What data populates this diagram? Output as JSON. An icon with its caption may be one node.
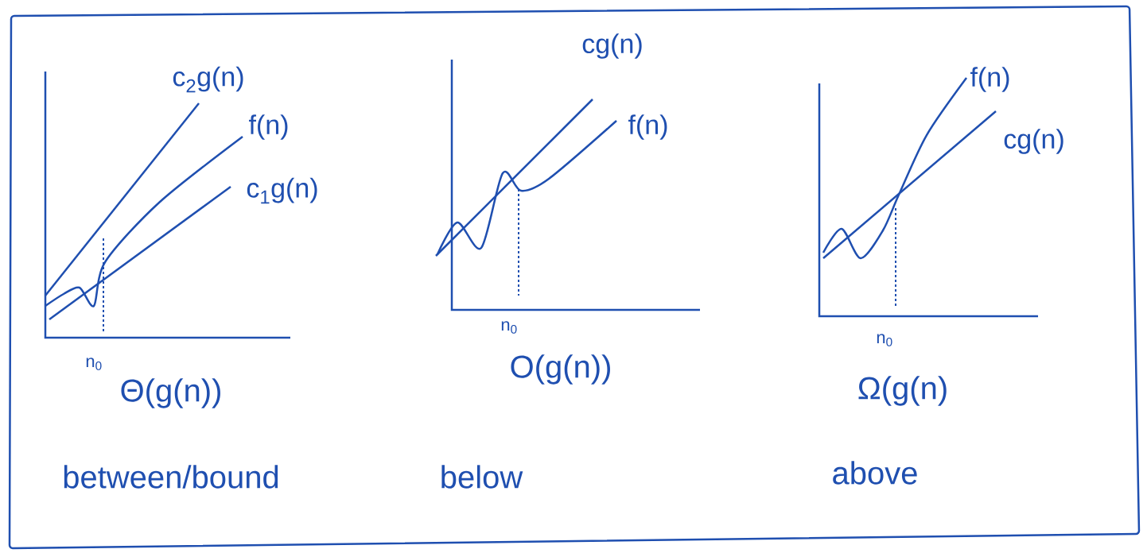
{
  "diagram": {
    "labels": [
      "c$_{2}$g(n)",
      "f(n)",
      "c$_{1}$g(n)",
      "n$_{0}$",
      "Θ(g(n))",
      "between/bound",
      "cg(n)",
      "f(n)",
      "n$_{0}$",
      "O(g(n))",
      "below",
      "f(n)",
      "cg(n)",
      "n$_{0}$",
      "Ω(g(n)",
      "above"
    ]
  }
}
